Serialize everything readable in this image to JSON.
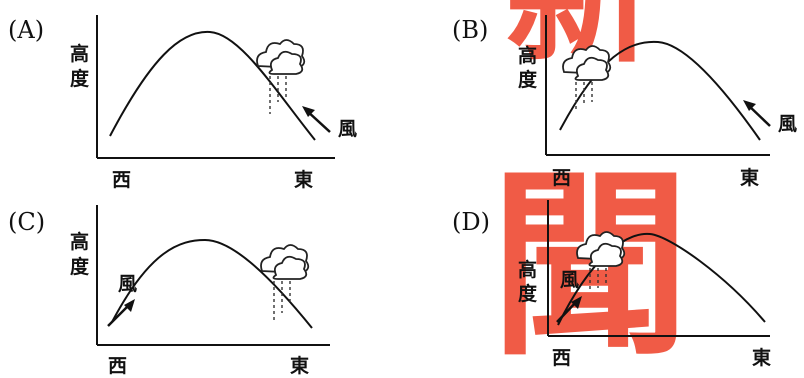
{
  "watermark": {
    "chars": [
      "新",
      "聞"
    ],
    "color": "#ef4a33"
  },
  "panels": [
    {
      "option": "(A)",
      "ylabel": "高度",
      "west": "西",
      "east": "東",
      "wind": "風"
    },
    {
      "option": "(B)",
      "ylabel": "高度",
      "west": "西",
      "east": "東",
      "wind": "風"
    },
    {
      "option": "(C)",
      "ylabel": "高度",
      "west": "西",
      "east": "東",
      "wind": "風"
    },
    {
      "option": "(D)",
      "ylabel": "高度",
      "west": "西",
      "east": "東",
      "wind": "風"
    }
  ]
}
